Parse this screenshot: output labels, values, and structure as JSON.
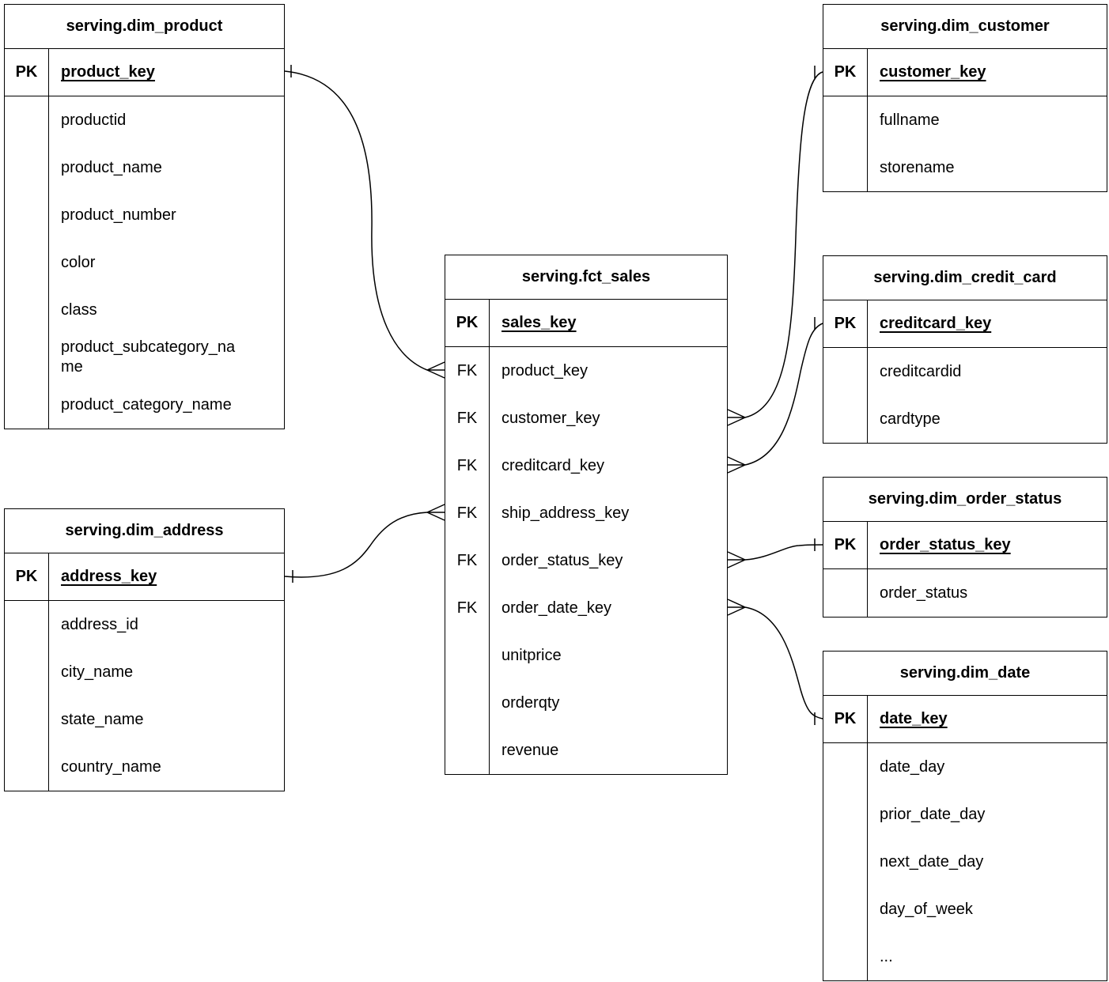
{
  "colors": {
    "background": "#ffffff",
    "line": "#000000",
    "table_bg": "#ffffff"
  },
  "tables": {
    "dim_product": {
      "title": "serving.dim_product",
      "pk_tag": "PK",
      "pk_field": "product_key",
      "fields": [
        "productid",
        "product_name",
        "product_number",
        "color",
        "class",
        "product_subcategory_name",
        "product_category_name"
      ]
    },
    "dim_customer": {
      "title": "serving.dim_customer",
      "pk_tag": "PK",
      "pk_field": "customer_key",
      "fields": [
        "fullname",
        "storename"
      ]
    },
    "dim_credit_card": {
      "title": "serving.dim_credit_card",
      "pk_tag": "PK",
      "pk_field": "creditcard_key",
      "fields": [
        "creditcardid",
        "cardtype"
      ]
    },
    "dim_order_status": {
      "title": "serving.dim_order_status",
      "pk_tag": "PK",
      "pk_field": "order_status_key",
      "fields": [
        "order_status"
      ]
    },
    "dim_date": {
      "title": "serving.dim_date",
      "pk_tag": "PK",
      "pk_field": "date_key",
      "fields": [
        "date_day",
        "prior_date_day",
        "next_date_day",
        "day_of_week",
        "..."
      ]
    },
    "dim_address": {
      "title": "serving.dim_address",
      "pk_tag": "PK",
      "pk_field": "address_key",
      "fields": [
        "address_id",
        "city_name",
        "state_name",
        "country_name"
      ]
    },
    "fct_sales": {
      "title": "serving.fct_sales",
      "pk_tag": "PK",
      "pk_field": "sales_key",
      "rows": [
        {
          "tag": "FK",
          "name": "product_key"
        },
        {
          "tag": "FK",
          "name": "customer_key"
        },
        {
          "tag": "FK",
          "name": "creditcard_key"
        },
        {
          "tag": "FK",
          "name": "ship_address_key"
        },
        {
          "tag": "FK",
          "name": "order_status_key"
        },
        {
          "tag": "FK",
          "name": "order_date_key"
        },
        {
          "tag": "",
          "name": "unitprice"
        },
        {
          "tag": "",
          "name": "orderqty"
        },
        {
          "tag": "",
          "name": "revenue"
        }
      ]
    }
  },
  "relations": [
    {
      "from": "serving.fct_sales.product_key",
      "to": "serving.dim_product.product_key",
      "cardinality": "many-to-one"
    },
    {
      "from": "serving.fct_sales.customer_key",
      "to": "serving.dim_customer.customer_key",
      "cardinality": "many-to-one"
    },
    {
      "from": "serving.fct_sales.creditcard_key",
      "to": "serving.dim_credit_card.creditcard_key",
      "cardinality": "many-to-one"
    },
    {
      "from": "serving.fct_sales.ship_address_key",
      "to": "serving.dim_address.address_key",
      "cardinality": "many-to-one"
    },
    {
      "from": "serving.fct_sales.order_status_key",
      "to": "serving.dim_order_status.order_status_key",
      "cardinality": "many-to-one"
    },
    {
      "from": "serving.fct_sales.order_date_key",
      "to": "serving.dim_date.date_key",
      "cardinality": "many-to-one"
    }
  ]
}
